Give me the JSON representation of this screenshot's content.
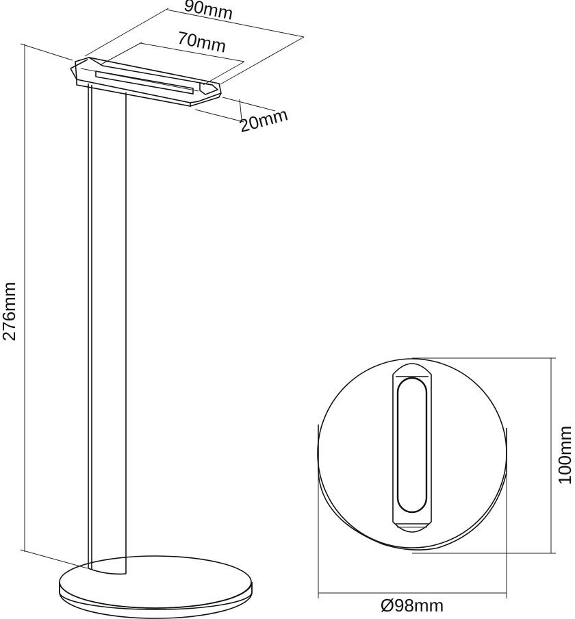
{
  "dimensions": {
    "top_width": "90mm",
    "inner_width": "70mm",
    "depth": "20mm",
    "height": "276mm",
    "base_diameter": "Ø98mm",
    "base_depth": "100mm"
  }
}
